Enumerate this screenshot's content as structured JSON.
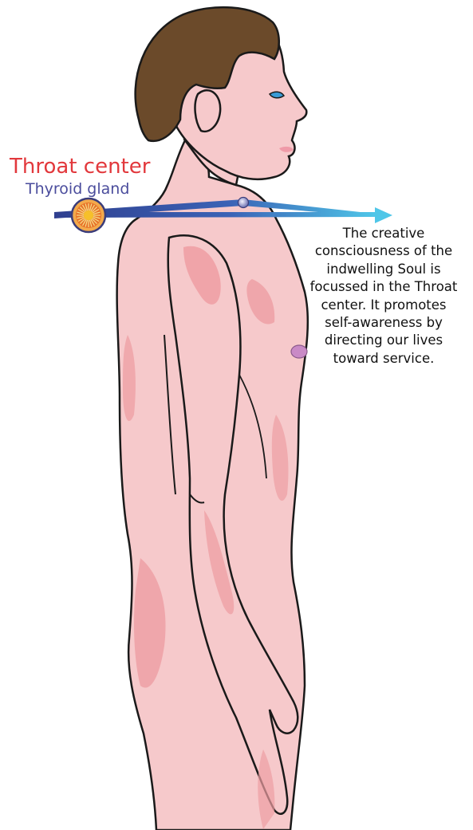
{
  "labels": {
    "throat_center": "Throat center",
    "thyroid_gland": "Thyroid gland"
  },
  "caption": {
    "lines": [
      "The creative",
      "consciousness of the",
      "indwelling Soul is",
      "focussed in the Throat",
      "center. It promotes",
      "self-awareness by",
      "directing our lives",
      "toward service."
    ]
  },
  "colors": {
    "throat_label": "#e2383c",
    "thyroid_label": "#4a4c9c",
    "skin": "#f6c9cb",
    "skin_shadow": "#ee9ea3",
    "hair": "#6b4a2a",
    "outline": "#1a1a1a",
    "arrow_start": "#2f3f8f",
    "arrow_end": "#4fc6e8",
    "chakra_outer": "#e8732a",
    "chakra_inner": "#f6c02a",
    "nipple": "#c98ac6",
    "eye": "#3a9bd6"
  },
  "icons": {
    "chakra": "throat-chakra-sun-icon",
    "gland": "thyroid-gland-dot-icon"
  }
}
